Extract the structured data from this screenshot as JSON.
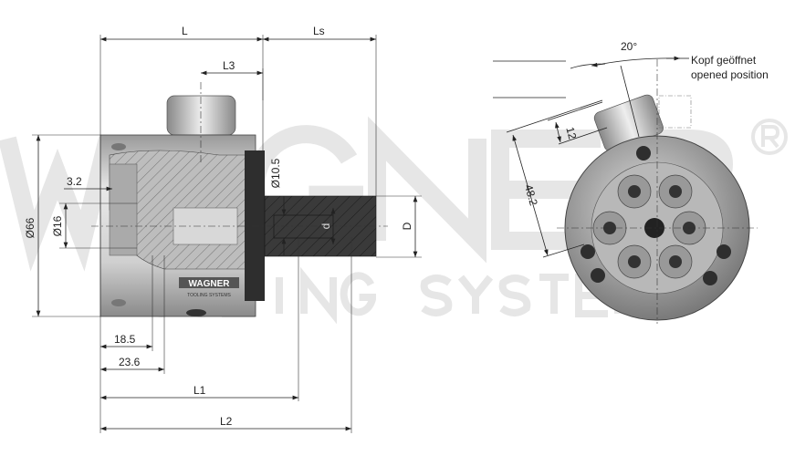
{
  "watermark": {
    "brand": "WAGNER",
    "registered": "®",
    "subtitle": "TOOLING SYSTEMS"
  },
  "logo": {
    "brand": "WAGNER",
    "subtitle": "TOOLING SYSTEMS"
  },
  "side_view_dimensions": {
    "L": "L",
    "Ls": "Ls",
    "L3": "L3",
    "L1": "L1",
    "L2": "L2",
    "dia66": "Ø66",
    "dia16": "Ø16",
    "dia10_5": "Ø10.5",
    "d": "d",
    "D": "D",
    "t3_2": "3.2",
    "t18_5": "18.5",
    "t23_6": "23.6"
  },
  "front_view_dimensions": {
    "angle": "20°",
    "head_height": "12",
    "offset": "48.2",
    "note_de": "Kopf geöffnet",
    "note_en": "opened position"
  },
  "colors": {
    "body": "#c8c8c8",
    "shank": "#3a3a3a",
    "watermark": "#e6e6e6",
    "line": "#222222"
  }
}
